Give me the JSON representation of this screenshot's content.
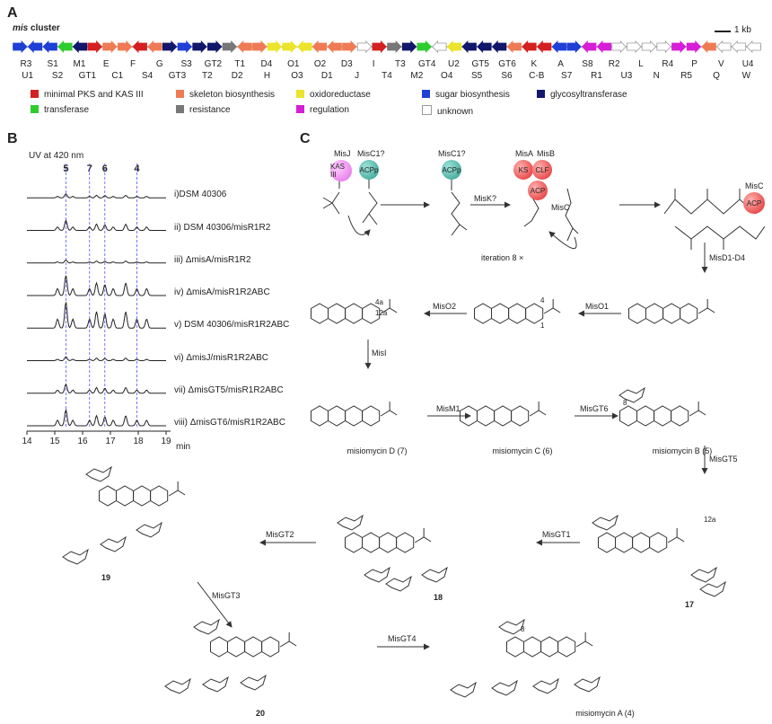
{
  "panelA": {
    "label": "A",
    "cluster_title_italic": "mis",
    "cluster_title_rest": " cluster",
    "scale_label": "1 kb",
    "genes": [
      {
        "c": "#1f3fd6",
        "d": "r"
      },
      {
        "c": "#1f3fd6",
        "d": "l"
      },
      {
        "c": "#1f3fd6",
        "d": "l"
      },
      {
        "c": "#2ecc2e",
        "d": "l"
      },
      {
        "c": "#11176b",
        "d": "l"
      },
      {
        "c": "#d42020",
        "d": "r"
      },
      {
        "c": "#ef7b55",
        "d": "r"
      },
      {
        "c": "#ef7b55",
        "d": "r"
      },
      {
        "c": "#d42020",
        "d": "l"
      },
      {
        "c": "#ef7b55",
        "d": "l"
      },
      {
        "c": "#11176b",
        "d": "r"
      },
      {
        "c": "#1f3fd6",
        "d": "r"
      },
      {
        "c": "#11176b",
        "d": "r"
      },
      {
        "c": "#11176b",
        "d": "r"
      },
      {
        "c": "#777777",
        "d": "r"
      },
      {
        "c": "#ef7b55",
        "d": "l"
      },
      {
        "c": "#ef7b55",
        "d": "r"
      },
      {
        "c": "#ebe42a",
        "d": "r"
      },
      {
        "c": "#ebe42a",
        "d": "r"
      },
      {
        "c": "#ebe42a",
        "d": "l"
      },
      {
        "c": "#ef7b55",
        "d": "l"
      },
      {
        "c": "#ef7b55",
        "d": "l"
      },
      {
        "c": "#ef7b55",
        "d": "r"
      },
      {
        "c": "#ffffff",
        "d": "r"
      },
      {
        "c": "#d42020",
        "d": "r"
      },
      {
        "c": "#777777",
        "d": "r"
      },
      {
        "c": "#11176b",
        "d": "r"
      },
      {
        "c": "#2ecc2e",
        "d": "r"
      },
      {
        "c": "#ffffff",
        "d": "l"
      },
      {
        "c": "#ebe42a",
        "d": "l"
      },
      {
        "c": "#11176b",
        "d": "l"
      },
      {
        "c": "#11176b",
        "d": "l"
      },
      {
        "c": "#11176b",
        "d": "l"
      },
      {
        "c": "#ef7b55",
        "d": "l"
      },
      {
        "c": "#d42020",
        "d": "l"
      },
      {
        "c": "#d42020",
        "d": "l"
      },
      {
        "c": "#1f3fd6",
        "d": "l"
      },
      {
        "c": "#1f3fd6",
        "d": "r"
      },
      {
        "c": "#d61fd6",
        "d": "l"
      },
      {
        "c": "#d61fd6",
        "d": "l"
      },
      {
        "c": "#ffffff",
        "d": "r"
      },
      {
        "c": "#ffffff",
        "d": "r"
      },
      {
        "c": "#ffffff",
        "d": "r"
      },
      {
        "c": "#ffffff",
        "d": "r"
      },
      {
        "c": "#d61fd6",
        "d": "r"
      },
      {
        "c": "#d61fd6",
        "d": "r"
      },
      {
        "c": "#ef7b55",
        "d": "l"
      },
      {
        "c": "#ffffff",
        "d": "l"
      },
      {
        "c": "#ffffff",
        "d": "l"
      },
      {
        "c": "#ffffff",
        "d": "l"
      }
    ],
    "top_labels": [
      "R3",
      "S1",
      "M1",
      "E",
      "F",
      "G",
      "S3",
      "GT2",
      "T1",
      "D4",
      "O1",
      "O2",
      "D3",
      "I",
      "T3",
      "GT4",
      "U2",
      "GT5",
      "GT6",
      "K",
      "A",
      "S8",
      "R2",
      "L",
      "R4",
      "P",
      "V",
      "U4"
    ],
    "bottom_labels": [
      "U1",
      "S2",
      "GT1",
      "C1",
      "S4",
      "GT3",
      "T2",
      "D2",
      "H",
      "O3",
      "D1",
      "J",
      "T4",
      "M2",
      "O4",
      "S5",
      "S6",
      "C-B",
      "S7",
      "R1",
      "U3",
      "N",
      "R5",
      "Q",
      "W"
    ],
    "legend": [
      {
        "color": "#d42020",
        "label": "minimal PKS and KAS III"
      },
      {
        "color": "#ef7b55",
        "label": "skeleton biosynthesis"
      },
      {
        "color": "#ebe42a",
        "label": "oxidoreductase"
      },
      {
        "color": "#1f3fd6",
        "label": "sugar biosynthesis"
      },
      {
        "color": "#11176b",
        "label": "glycosyltransferase"
      },
      {
        "color": "#2ecc2e",
        "label": "transferase"
      },
      {
        "color": "#777777",
        "label": "resistance"
      },
      {
        "color": "#d61fd6",
        "label": "regulation"
      },
      {
        "color": "#ffffff",
        "label": "unknown"
      }
    ]
  },
  "panelB": {
    "label": "B",
    "uv_label": "UV at 420 nm",
    "min_label": "min",
    "peak_labels": [
      {
        "text": "5",
        "t": 15.4
      },
      {
        "text": "7",
        "t": 16.25
      },
      {
        "text": "6",
        "t": 16.8
      },
      {
        "text": "4",
        "t": 17.95
      }
    ],
    "ticks": [
      "14",
      "15",
      "16",
      "17",
      "18",
      "19"
    ],
    "traces": [
      {
        "label": "i)DSM 40306",
        "amp": 0.2
      },
      {
        "label": "ii) DSM 40306/misR1R2",
        "amp": 0.5
      },
      {
        "label": "iii) ΔmisA/misR1R2",
        "amp": 0.15
      },
      {
        "label": "iv) ΔmisA/misR1R2ABC",
        "amp": 1.0
      },
      {
        "label": "v)  DSM 40306/misR1R2ABC",
        "amp": 1.3
      },
      {
        "label": "vi) ΔmisJ/misR1R2ABC",
        "amp": 0.2
      },
      {
        "label": "vii) ΔmisGT5/misR1R2ABC",
        "amp": 0.45
      },
      {
        "label": "viii) ΔmisGT6/misR1R2ABC",
        "amp": 0.8
      }
    ]
  },
  "panelC": {
    "label": "C",
    "enzymes": {
      "misJ": "MisJ",
      "kas3": "KAS III",
      "misC1a": "MisC1?",
      "misC1b": "MisC1?",
      "acpp": "ACPp",
      "acpp2": "ACPp",
      "misK": "MisK?",
      "misA": "MisA",
      "misB": "MisB",
      "ks": "KS",
      "clf": "CLF",
      "acp": "ACP",
      "misCmid": "MisC",
      "misCtop": "MisC",
      "acp2": "ACP",
      "iteration": "iteration  8 ×",
      "misD": "MisD1-D4",
      "misO1": "MisO1",
      "misO2": "MisO2",
      "misI": "MisI",
      "misM1": "MisM1",
      "misGT6": "MisGT6",
      "misGT5": "MisGT5",
      "misGT1": "MisGT1",
      "misGT2": "MisGT2",
      "misGT3": "MisGT3",
      "misGT4": "MisGT4"
    },
    "compounds": {
      "d": "misiomycin D (7)",
      "c": "misiomycin C (6)",
      "b": "misiomycin B (5)",
      "a": "misiomycin A (4)",
      "c17": "17",
      "c18": "18",
      "c19": "19",
      "c20": "20"
    },
    "atom_labels": {
      "n4a": "4a",
      "n12a": "12a",
      "n4": "4",
      "n1": "1",
      "n8": "8",
      "n12a2": "12a",
      "n8b": "8"
    }
  }
}
